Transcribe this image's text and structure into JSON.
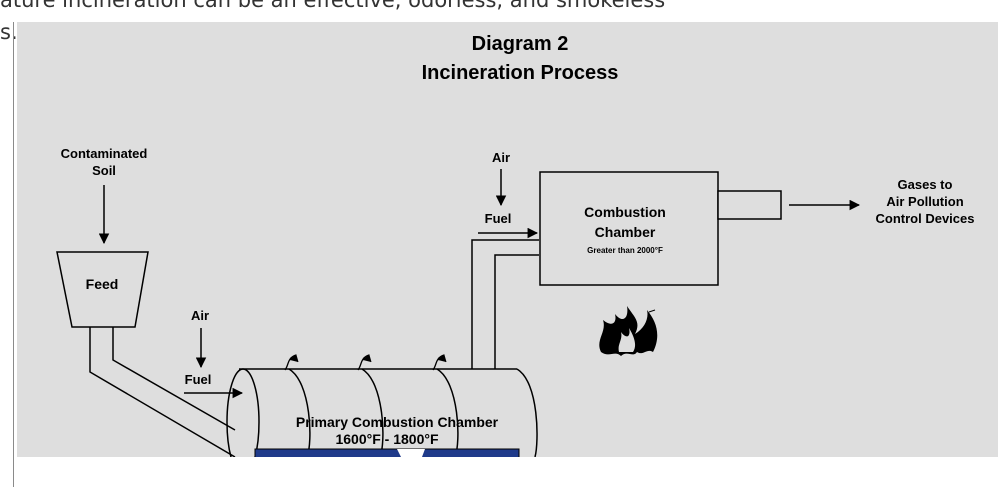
{
  "page": {
    "top_text": "ature incineration can be an effective, odorless, and smokeless",
    "left_fragment": "s."
  },
  "diagram": {
    "title_line1": "Diagram 2",
    "title_line2": "Incineration Process",
    "labels": {
      "soil_line1": "Contaminated",
      "soil_line2": "Soil",
      "feed": "Feed",
      "air_left": "Air",
      "fuel_left": "Fuel",
      "air_top": "Air",
      "fuel_top": "Fuel",
      "combustion_line1": "Combustion",
      "combustion_line2": "Chamber",
      "combustion_temp": "Greater than 2000°F",
      "gases_line1": "Gases to",
      "gases_line2": "Air Pollution",
      "gases_line3": "Control Devices",
      "primary_line1": "Primary Combustion Chamber",
      "primary_line2": "1600°F - 1800°F"
    },
    "colors": {
      "background": "#dedede",
      "ink": "#000000",
      "ash_bin": "#1f3a8a"
    }
  }
}
